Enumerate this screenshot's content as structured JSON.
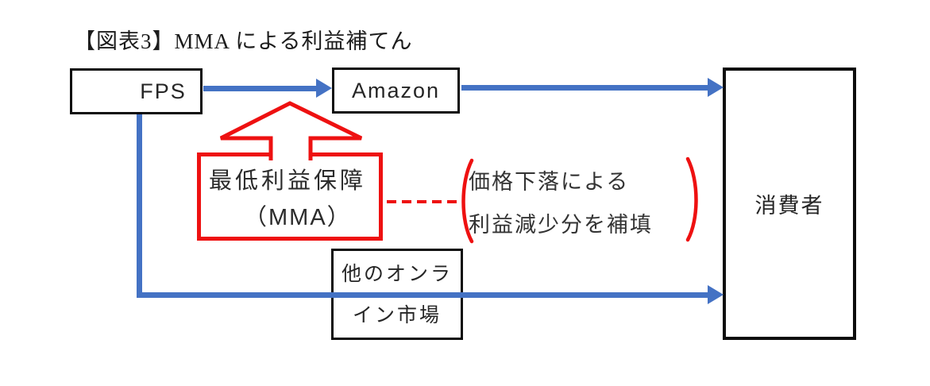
{
  "title": "【図表3】MMA による利益補てん",
  "colors": {
    "arrow_blue": "#4472c4",
    "accent_red": "#ee1111",
    "node_border": "#0d0d0d",
    "text_dark": "#262626",
    "background": "#ffffff"
  },
  "nodes": {
    "fps": {
      "label": "FPS"
    },
    "amazon": {
      "label": "Amazon"
    },
    "consumer": {
      "label": "消費者"
    },
    "other_market": {
      "line1": "他のオンラ",
      "line2": "イン市場"
    },
    "mma": {
      "line1": "最低利益保障",
      "line2": "（MMA）"
    }
  },
  "annotation": {
    "line1": "価格下落による",
    "line2": "利益減少分を補填"
  }
}
